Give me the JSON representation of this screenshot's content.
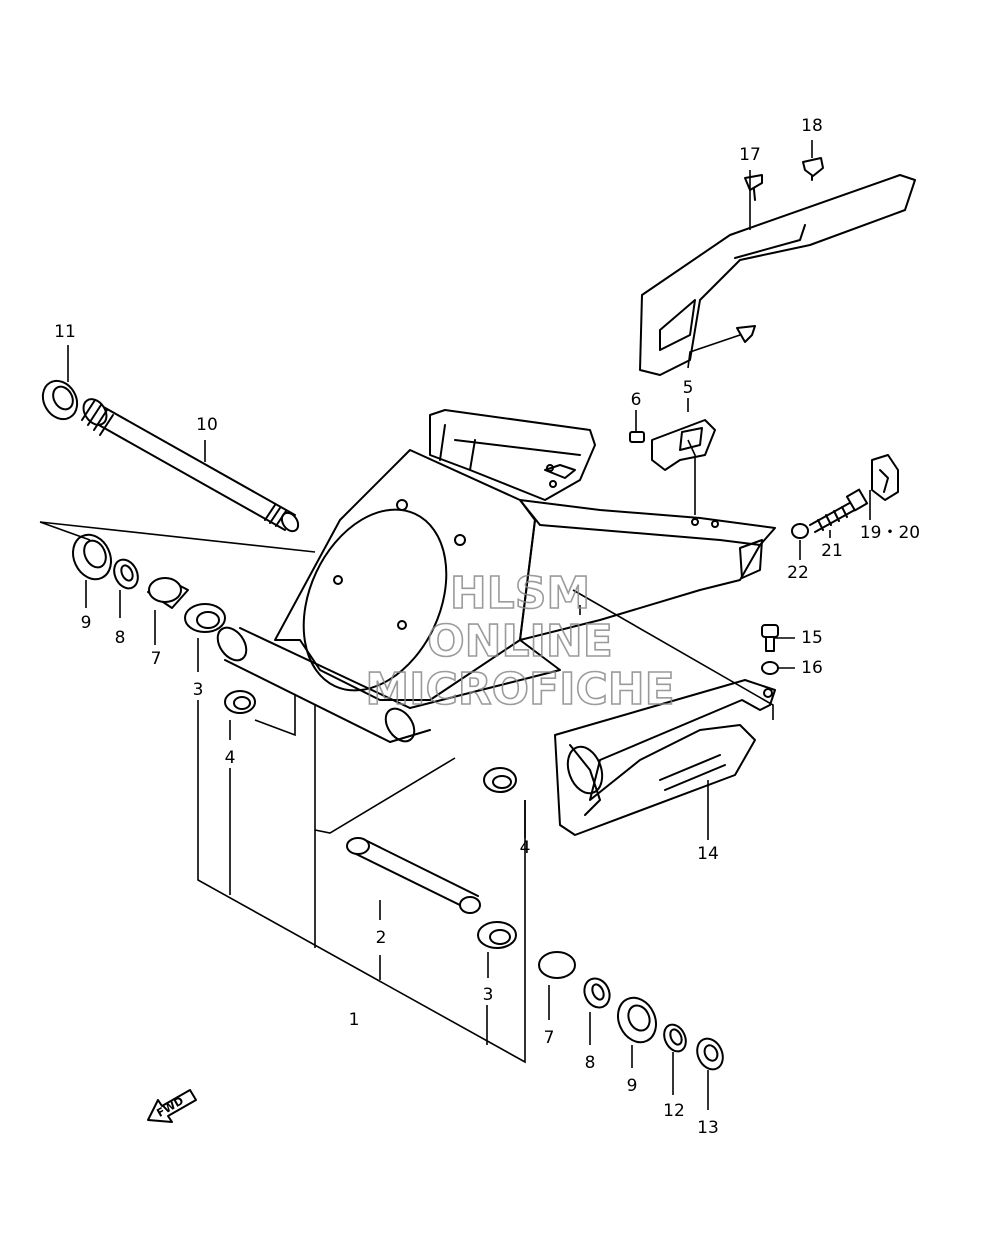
{
  "watermark": {
    "line1": "HLSM",
    "line2": "ONLINE",
    "line3": "MICROFICHE"
  },
  "callouts": [
    {
      "id": "c1",
      "label": "1"
    },
    {
      "id": "c2",
      "label": "2"
    },
    {
      "id": "c3a",
      "label": "3"
    },
    {
      "id": "c3b",
      "label": "3"
    },
    {
      "id": "c4a",
      "label": "4"
    },
    {
      "id": "c4b",
      "label": "4"
    },
    {
      "id": "c5",
      "label": "5"
    },
    {
      "id": "c6",
      "label": "6"
    },
    {
      "id": "c7a",
      "label": "7"
    },
    {
      "id": "c7b",
      "label": "7"
    },
    {
      "id": "c8a",
      "label": "8"
    },
    {
      "id": "c8b",
      "label": "8"
    },
    {
      "id": "c9a",
      "label": "9"
    },
    {
      "id": "c9b",
      "label": "9"
    },
    {
      "id": "c10",
      "label": "10"
    },
    {
      "id": "c11",
      "label": "11"
    },
    {
      "id": "c12",
      "label": "12"
    },
    {
      "id": "c13",
      "label": "13"
    },
    {
      "id": "c14",
      "label": "14"
    },
    {
      "id": "c15",
      "label": "15"
    },
    {
      "id": "c16",
      "label": "16"
    },
    {
      "id": "c17",
      "label": "17"
    },
    {
      "id": "c18",
      "label": "18"
    },
    {
      "id": "c1920",
      "label": "19・20"
    },
    {
      "id": "c21",
      "label": "21"
    },
    {
      "id": "c22",
      "label": "22"
    }
  ],
  "fwd_indicator": {
    "label": "FWD"
  }
}
